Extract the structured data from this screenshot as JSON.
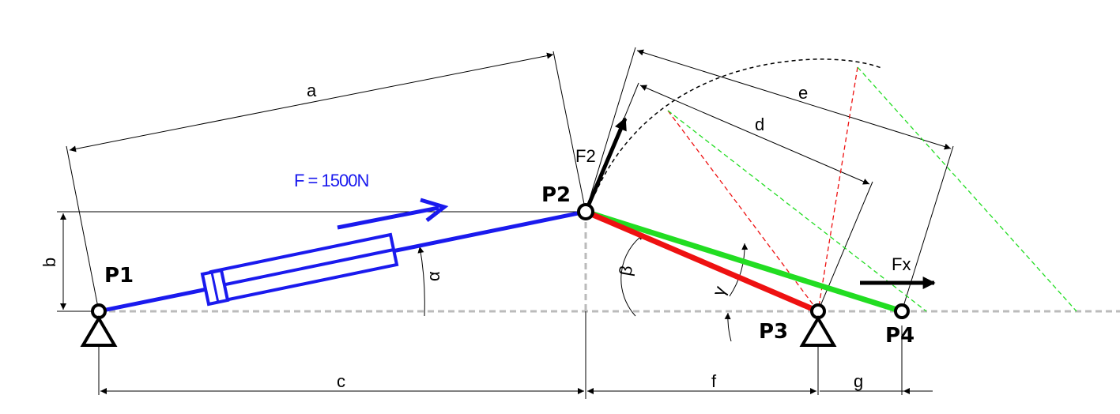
{
  "colors": {
    "cylinder": "#1a1aee",
    "green": "#22dd22",
    "red": "#ee1111",
    "ground": "#bbbbbb",
    "ink": "#000000"
  },
  "points": {
    "p1": "P1",
    "p2": "P2",
    "p3": "P3",
    "p4": "P4"
  },
  "force": {
    "cylinder_force": "F = 1500N",
    "f2": "F2",
    "fx": "Fx"
  },
  "dimensions": {
    "a": "a",
    "b": "b",
    "c": "c",
    "d": "d",
    "e": "e",
    "f": "f",
    "g": "g"
  },
  "angles": {
    "alpha": "α",
    "beta": "β",
    "gamma": "γ"
  }
}
